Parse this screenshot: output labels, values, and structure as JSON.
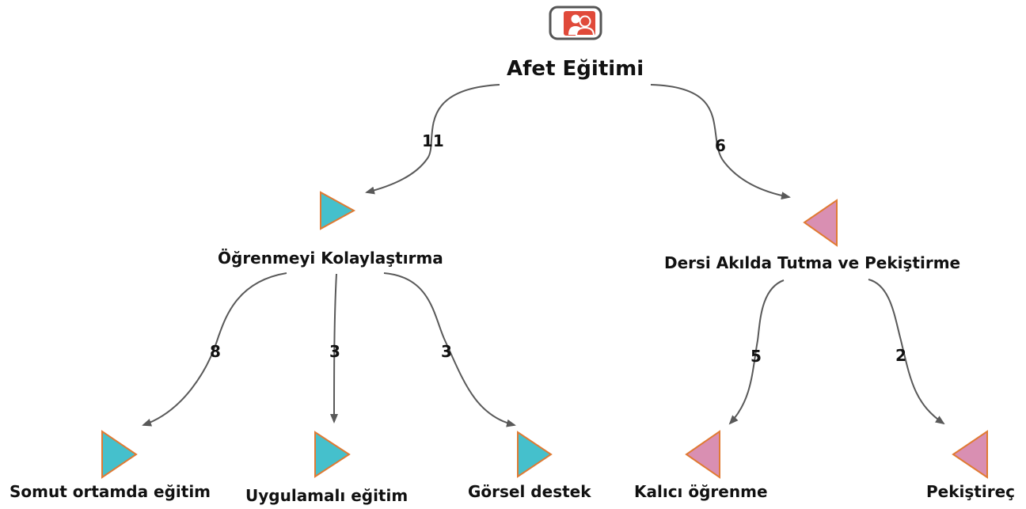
{
  "colors": {
    "edge": "#595959",
    "triangle_blue_fill": "#45c0cc",
    "triangle_pink_fill": "#d98fb2",
    "triangle_stroke": "#e07a33",
    "root_icon_red": "#e04a3a",
    "root_icon_border": "#555555"
  },
  "root": {
    "label": "Afet Eğitimi",
    "icon": "user-group-icon"
  },
  "branches": [
    {
      "label": "Öğrenmeyi Kolaylaştırma",
      "count": "11",
      "color": "blue",
      "children": [
        {
          "label": "Somut ortamda eğitim",
          "count": "8"
        },
        {
          "label": "Uygulamalı eğitim",
          "count": "3"
        },
        {
          "label": "Görsel destek",
          "count": "3"
        }
      ]
    },
    {
      "label": "Dersi Akılda Tutma ve Pekiştirme",
      "count": "6",
      "color": "pink",
      "children": [
        {
          "label": "Kalıcı öğrenme",
          "count": "5"
        },
        {
          "label": "Pekiştireç",
          "count": "2"
        }
      ]
    }
  ]
}
